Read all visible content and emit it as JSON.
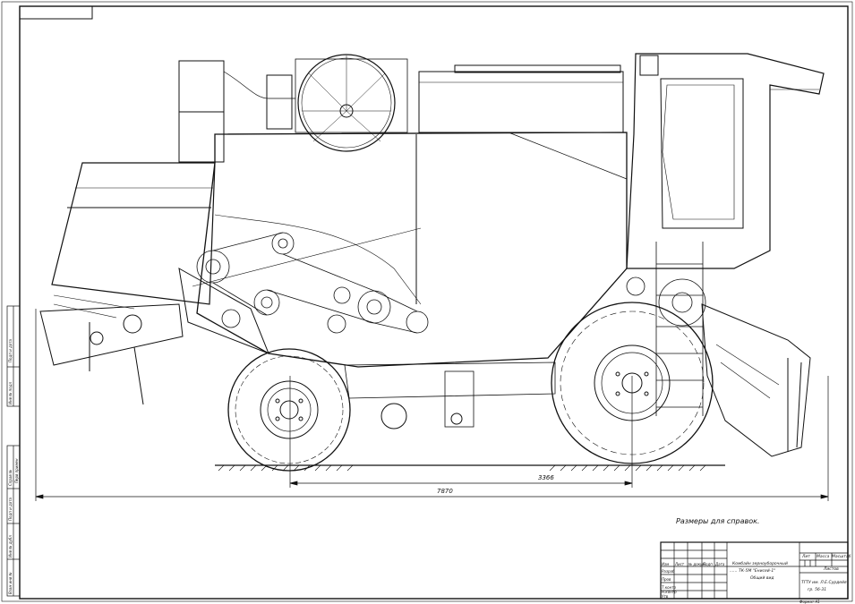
{
  "drawing": {
    "title_lines": [
      "Комбайн зерноуборочный",
      "...... ТК-5М \"Енисей-1\"",
      "Общий вид"
    ],
    "dimensions": {
      "overall_length": "7870",
      "wheelbase": "3366"
    },
    "note": "Размеры для справок.",
    "stamp": {
      "header_cells": [
        "Лит",
        "Масса",
        "Масштаб"
      ],
      "sheet_label": "Листов",
      "org_lines": [
        "ТГТУ им. Л.Е.Сурдейя",
        "гр. 5б-31"
      ],
      "row_labels": [
        "Изм",
        "Лист",
        "№ докум.",
        "Подп",
        "Дата"
      ],
      "role_labels": [
        "Разраб",
        "Пров",
        "Т.контр",
        "Н.контр",
        "Утв"
      ],
      "format_label": "Формат А1"
    },
    "margin_labels": [
      "Инв № подл",
      "Подп и дата",
      "Взам инв №",
      "Инв № дубл",
      "Подп и дата",
      "Справ №",
      "Перв примен"
    ],
    "colors": {
      "line": "#111111",
      "paper": "#ffffff"
    }
  }
}
